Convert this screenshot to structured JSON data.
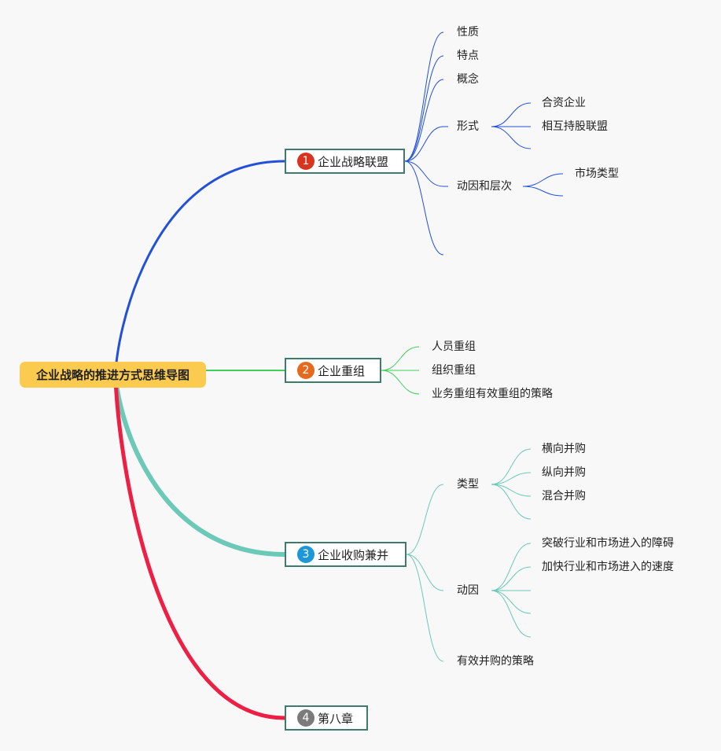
{
  "root": {
    "label": "企业战略的推进方式思维导图"
  },
  "branches": [
    {
      "label": "企业战略联盟",
      "badge": "1",
      "badge_color": "#d8341e",
      "line_color": "#2250d8",
      "children": [
        {
          "label": "性质"
        },
        {
          "label": "特点"
        },
        {
          "label": "概念"
        },
        {
          "label": "形式",
          "children": [
            {
              "label": "合资企业"
            },
            {
              "label": "相互持股联盟"
            },
            {
              "label": ""
            }
          ]
        },
        {
          "label": "动因和层次",
          "children": [
            {
              "label": "市场类型"
            },
            {
              "label": ""
            }
          ]
        },
        {
          "label": ""
        }
      ]
    },
    {
      "label": "企业重组",
      "badge": "2",
      "badge_color": "#e36a1e",
      "line_color": "#3fcf5a",
      "children": [
        {
          "label": "人员重组"
        },
        {
          "label": "组织重组"
        },
        {
          "label": "业务重组有效重组的策略"
        }
      ]
    },
    {
      "label": "企业收购兼并",
      "badge": "3",
      "badge_color": "#1e97d8",
      "line_color": "#6cc9b8",
      "children": [
        {
          "label": "类型",
          "children": [
            {
              "label": "横向并购"
            },
            {
              "label": "纵向并购"
            },
            {
              "label": "混合并购"
            },
            {
              "label": ""
            }
          ]
        },
        {
          "label": "动因",
          "children": [
            {
              "label": "突破行业和市场进入的障碍"
            },
            {
              "label": "加快行业和市场进入的速度"
            },
            {
              "label": ""
            },
            {
              "label": ""
            },
            {
              "label": ""
            }
          ]
        },
        {
          "label": "有效并购的策略"
        }
      ]
    },
    {
      "label": "第八章",
      "badge": "4",
      "badge_color": "#7b7b7b",
      "line_color": "#ee1f44",
      "children": []
    }
  ]
}
